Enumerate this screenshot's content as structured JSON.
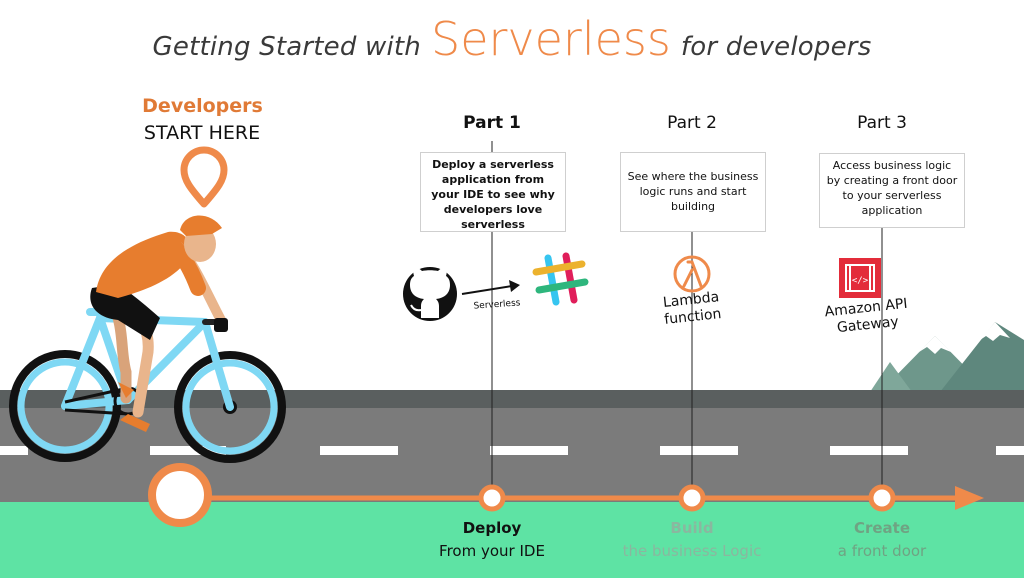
{
  "title": {
    "prefix": "Getting Started with",
    "highlight": "Serverless",
    "suffix": "for developers"
  },
  "developer": {
    "heading": "Developers",
    "subheading": "START HERE"
  },
  "parts": [
    {
      "title": "Part 1",
      "description": "Deploy a serverless application from your IDE to see why developers love serverless"
    },
    {
      "title": "Part 2",
      "description": "See where the business logic runs and start building"
    },
    {
      "title": "Part 3",
      "description": "Access business logic by creating a front door to your serverless application"
    }
  ],
  "icons": {
    "arrow_label": "Serverless",
    "lambda_label_line1": "Lambda",
    "lambda_label_line2": "function",
    "api_label_line1": "Amazon API",
    "api_label_line2": "Gateway"
  },
  "stages": [
    {
      "label": "Deploy",
      "sub": "From your IDE"
    },
    {
      "label": "Build",
      "sub": "the business Logic"
    },
    {
      "label": "Create",
      "sub": "a front door"
    }
  ],
  "colors": {
    "accent_orange": "#ef8a4a",
    "dark_orange": "#e07a36",
    "road": "#7b7b7b",
    "road_dark": "#5a5f5f",
    "grass": "#5ee3a4",
    "bike_frame": "#7fd8f4",
    "mountain": "#6e978b",
    "build_text": "#8ab79f",
    "create_text": "#6fa383",
    "github": "#111111"
  }
}
